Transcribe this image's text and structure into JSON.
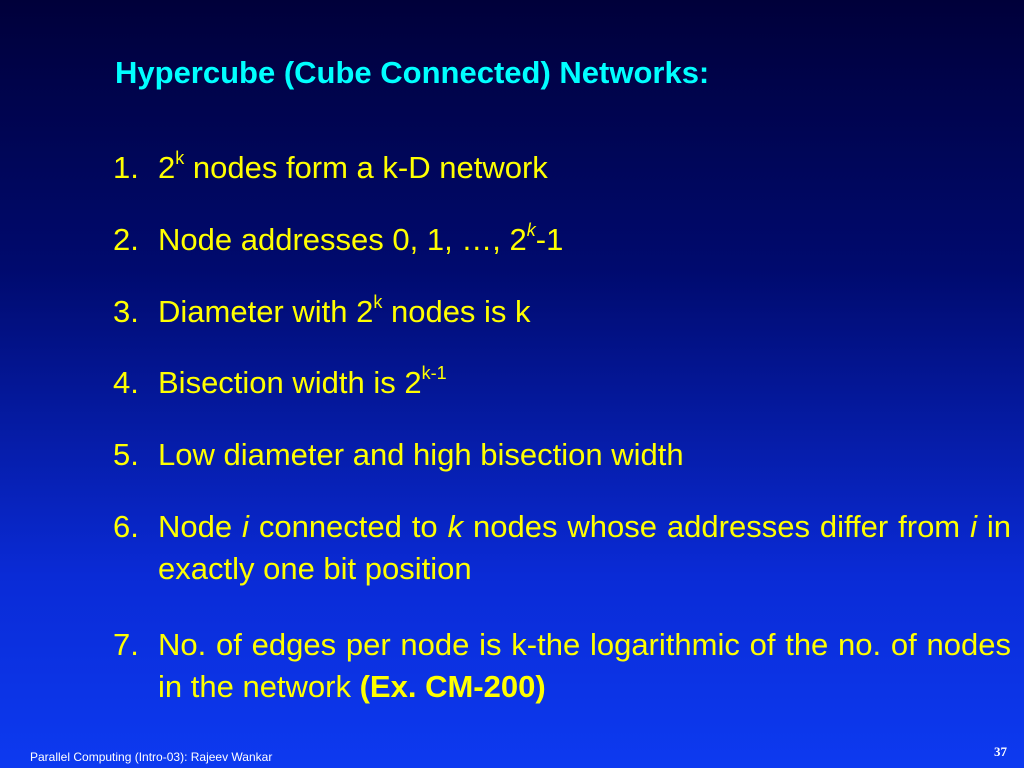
{
  "title": "Hypercube (Cube Connected) Networks:",
  "items": [
    {
      "num": "1.",
      "pre": "2",
      "sup": "k",
      "post": " nodes form a k-D network"
    },
    {
      "num": "2.",
      "pre": "Node addresses 0, 1, …, 2",
      "sup": "k",
      "post": "-1"
    },
    {
      "num": "3.",
      "pre": "Diameter with 2",
      "sup": "k",
      "post": " nodes is k"
    },
    {
      "num": "4.",
      "pre": "Bisection width is 2",
      "sup": "k-1"
    },
    {
      "num": "5.",
      "text": "Low diameter and high bisection width"
    },
    {
      "num": "6.",
      "a": "Node ",
      "b": "i",
      "c": " connected to ",
      "d": "k",
      "e": " nodes whose addresses differ from ",
      "f": "i",
      "g": " in exactly one bit position"
    },
    {
      "num": "7.",
      "text": "No. of edges per node is k-the logarithmic of the no. of nodes in the network ",
      "bold": "(Ex. CM-200)"
    }
  ],
  "footer": "Parallel Computing (Intro-03): Rajeev Wankar",
  "page_number": "37",
  "colors": {
    "title": "#00ffff",
    "body": "#ffff00",
    "footer": "#ffffff",
    "background_top": "#00003a",
    "background_bottom": "#0d3af0"
  }
}
